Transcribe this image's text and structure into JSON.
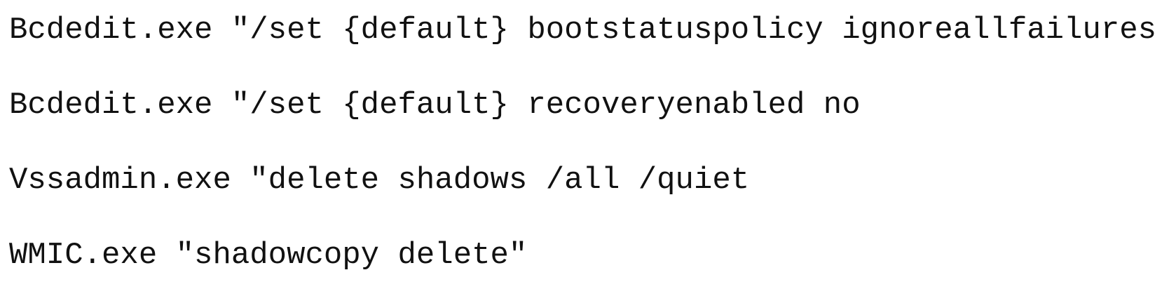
{
  "document": {
    "type": "command-listing",
    "font_style": "monospace",
    "colors": {
      "background": "#ffffff",
      "text": "#111111"
    }
  },
  "commands": [
    {
      "text": "Bcdedit.exe \"/set {default} bootstatuspolicy ignoreallfailures"
    },
    {
      "text": "Bcdedit.exe \"/set {default} recoveryenabled no"
    },
    {
      "text": "Vssadmin.exe \"delete shadows /all /quiet"
    },
    {
      "text": "WMIC.exe \"shadowcopy delete\""
    }
  ]
}
